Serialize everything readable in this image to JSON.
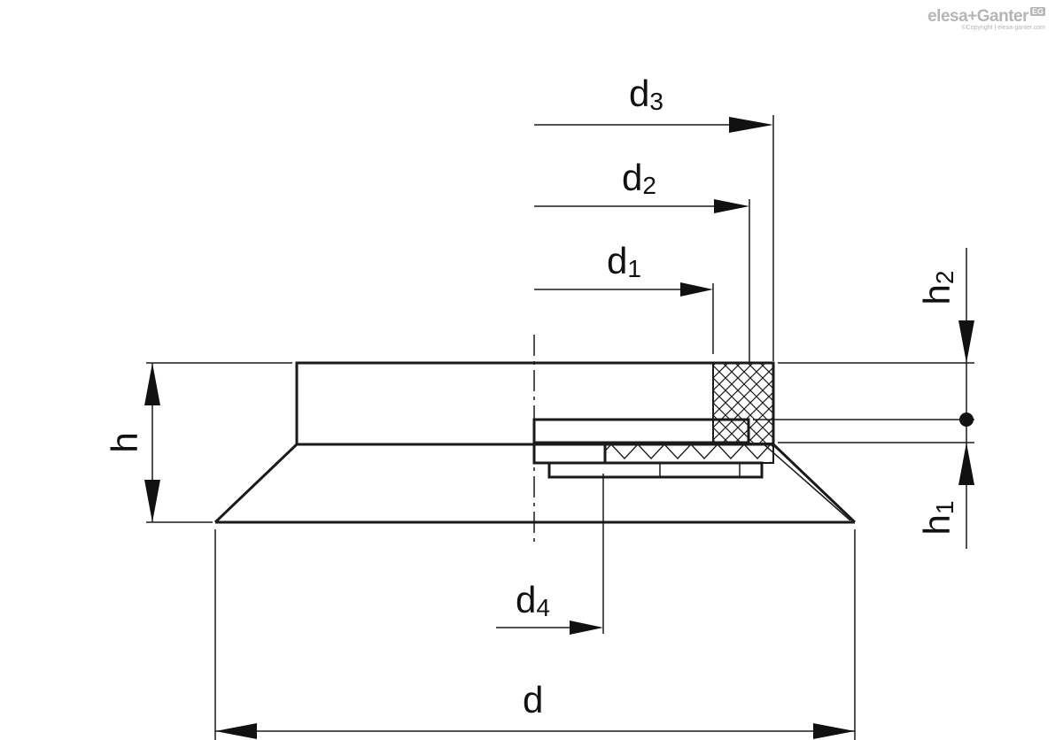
{
  "logo": {
    "brand": "elesa+Ganter",
    "badge": "EG",
    "copyright": "©Copyright | elesa-ganter.com"
  },
  "dimensions": {
    "d": {
      "letter": "d",
      "sub": ""
    },
    "d1": {
      "letter": "d",
      "sub": "1"
    },
    "d2": {
      "letter": "d",
      "sub": "2"
    },
    "d3": {
      "letter": "d",
      "sub": "3"
    },
    "d4": {
      "letter": "d",
      "sub": "4"
    },
    "h": {
      "letter": "h",
      "sub": ""
    },
    "h1": {
      "letter": "h",
      "sub": "1"
    },
    "h2": {
      "letter": "h",
      "sub": "2"
    }
  },
  "colors": {
    "line": "#1a1a1a",
    "logo": "#b5b5b5"
  }
}
